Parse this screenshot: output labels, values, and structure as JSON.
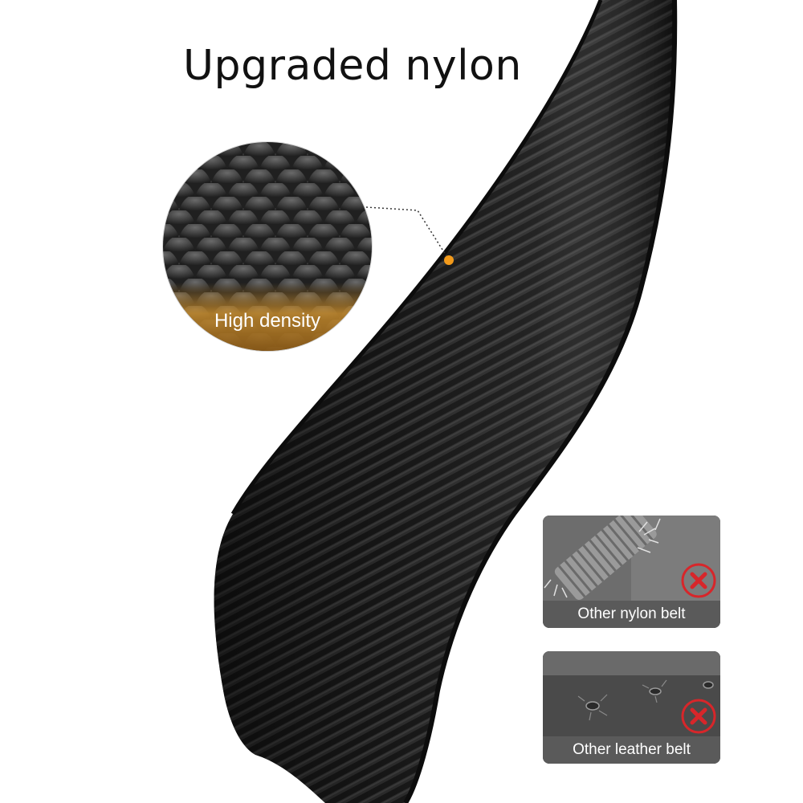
{
  "title": "Upgraded nylon",
  "callout": {
    "label": "High density",
    "accent_color": "#f29a1b"
  },
  "comparisons": [
    {
      "label": "Other nylon belt",
      "mark": "cross-icon"
    },
    {
      "label": "Other leather belt",
      "mark": "cross-icon"
    }
  ],
  "colors": {
    "strap": "#1b1b1b",
    "badge_red": "#d7262a"
  }
}
